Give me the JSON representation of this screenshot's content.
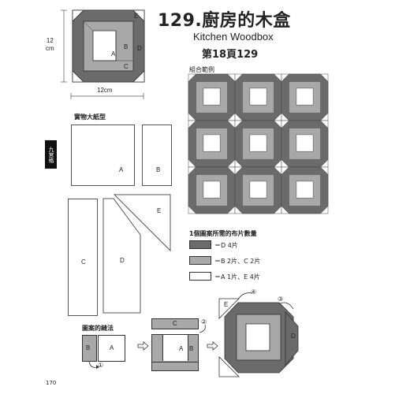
{
  "header": {
    "title": "129.廚房的木盒",
    "subtitle_en": "Kitchen Woodbox",
    "book_page": "第18頁129"
  },
  "block_diagram": {
    "height_label": "12\ncm",
    "width_label": "12cm",
    "piece_labels": {
      "a": "A",
      "b": "B",
      "c": "C",
      "d": "D",
      "e": "E"
    }
  },
  "combination_label": "組合範例",
  "template_label": "實物大紙型",
  "side_tab": "九宮格",
  "templates": {
    "a": "A",
    "b": "B",
    "c": "C",
    "d": "D",
    "e": "E"
  },
  "fabric_count": {
    "heading": "1個圖案所需的布片數量",
    "items": [
      {
        "text": "＝D 4片",
        "color": "#6b6b6b"
      },
      {
        "text": "＝B 2片、C 2片",
        "color": "#a8a8a8"
      },
      {
        "text": "＝A 1片、E 4片",
        "color": "#ffffff"
      }
    ]
  },
  "sewing": {
    "heading": "圖案的縫法",
    "steps": [
      "①",
      "②",
      "③",
      "④"
    ],
    "labels": {
      "a": "A",
      "b": "B",
      "c": "C",
      "d": "D",
      "e": "E"
    }
  },
  "page_number": "170",
  "colors": {
    "dark": "#6b6b6b",
    "medium": "#a8a8a8",
    "light": "#ffffff"
  }
}
